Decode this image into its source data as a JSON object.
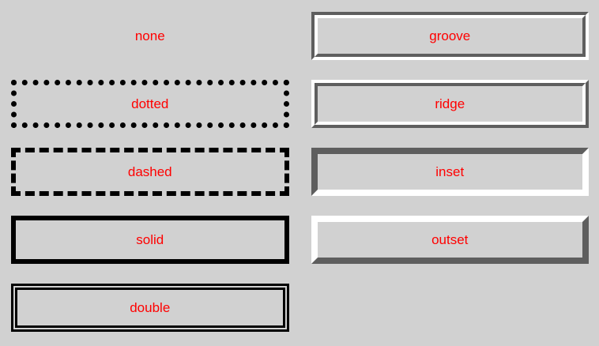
{
  "colors": {
    "background": "#d1d1d1",
    "text": "#ff0000",
    "border_black": "#000000",
    "bevel_dark": "#5e5e5e",
    "bevel_light": "#ffffff"
  },
  "boxes": {
    "left": [
      {
        "label": "none",
        "style": "none"
      },
      {
        "label": "dotted",
        "style": "dotted"
      },
      {
        "label": "dashed",
        "style": "dashed"
      },
      {
        "label": "solid",
        "style": "solid"
      },
      {
        "label": "double",
        "style": "double"
      }
    ],
    "right": [
      {
        "label": "groove",
        "style": "groove"
      },
      {
        "label": "ridge",
        "style": "ridge"
      },
      {
        "label": "inset",
        "style": "inset"
      },
      {
        "label": "outset",
        "style": "outset"
      }
    ]
  }
}
